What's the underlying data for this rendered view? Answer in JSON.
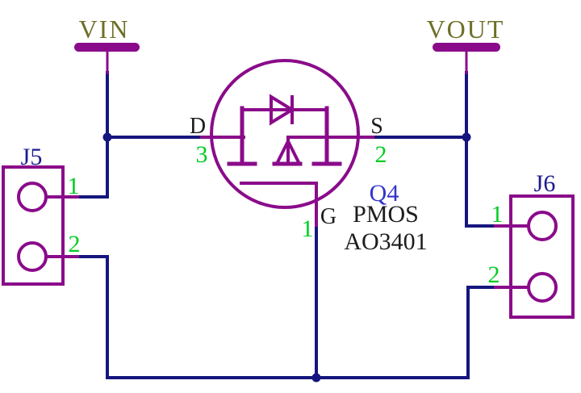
{
  "schematic": {
    "power_ports": {
      "vin": {
        "label": "VIN"
      },
      "vout": {
        "label": "VOUT"
      }
    },
    "transistor": {
      "designator": "Q4",
      "type": "PMOS",
      "part_number": "AO3401",
      "pins": {
        "drain": {
          "name": "D",
          "number": "3"
        },
        "source": {
          "name": "S",
          "number": "2"
        },
        "gate": {
          "name": "G",
          "number": "1"
        }
      }
    },
    "connectors": {
      "j5": {
        "designator": "J5",
        "pin1": "1",
        "pin2": "2"
      },
      "j6": {
        "designator": "J6",
        "pin1": "1",
        "pin2": "2"
      }
    },
    "colors": {
      "wire_blue": "#15157e",
      "symbol_purple": "#8a0b8a",
      "pin_number_green": "#00cc22",
      "power_label_olive": "#6f6f28",
      "designator_navy": "#1b1b8e",
      "q4_designator_blue": "#3333cc",
      "value_text_dark": "#1c1c1c",
      "background": "#ffffff"
    }
  }
}
